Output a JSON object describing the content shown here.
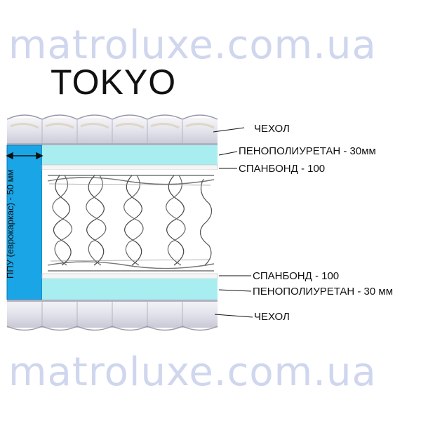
{
  "watermark": "matroluxe.com.ua",
  "title": "TOKYO",
  "layers_top": [
    {
      "label": "ЧЕХОЛ"
    },
    {
      "label": "ПЕНОПОЛИУРЕТАН - 30мм"
    },
    {
      "label": "СПАНБОНД - 100"
    }
  ],
  "layers_bottom": [
    {
      "label": "СПАНБОНД - 100"
    },
    {
      "label": "ПЕНОПОЛИУРЕТАН - 30 мм"
    },
    {
      "label": "ЧЕХОЛ"
    }
  ],
  "frame_label": "ППУ (еврокаркас) - 50 мм",
  "colors": {
    "foam": "#a8eef0",
    "frame": "#1aa5e6",
    "cover": "#e8e8f0",
    "watermark": "#cfd6ee"
  }
}
